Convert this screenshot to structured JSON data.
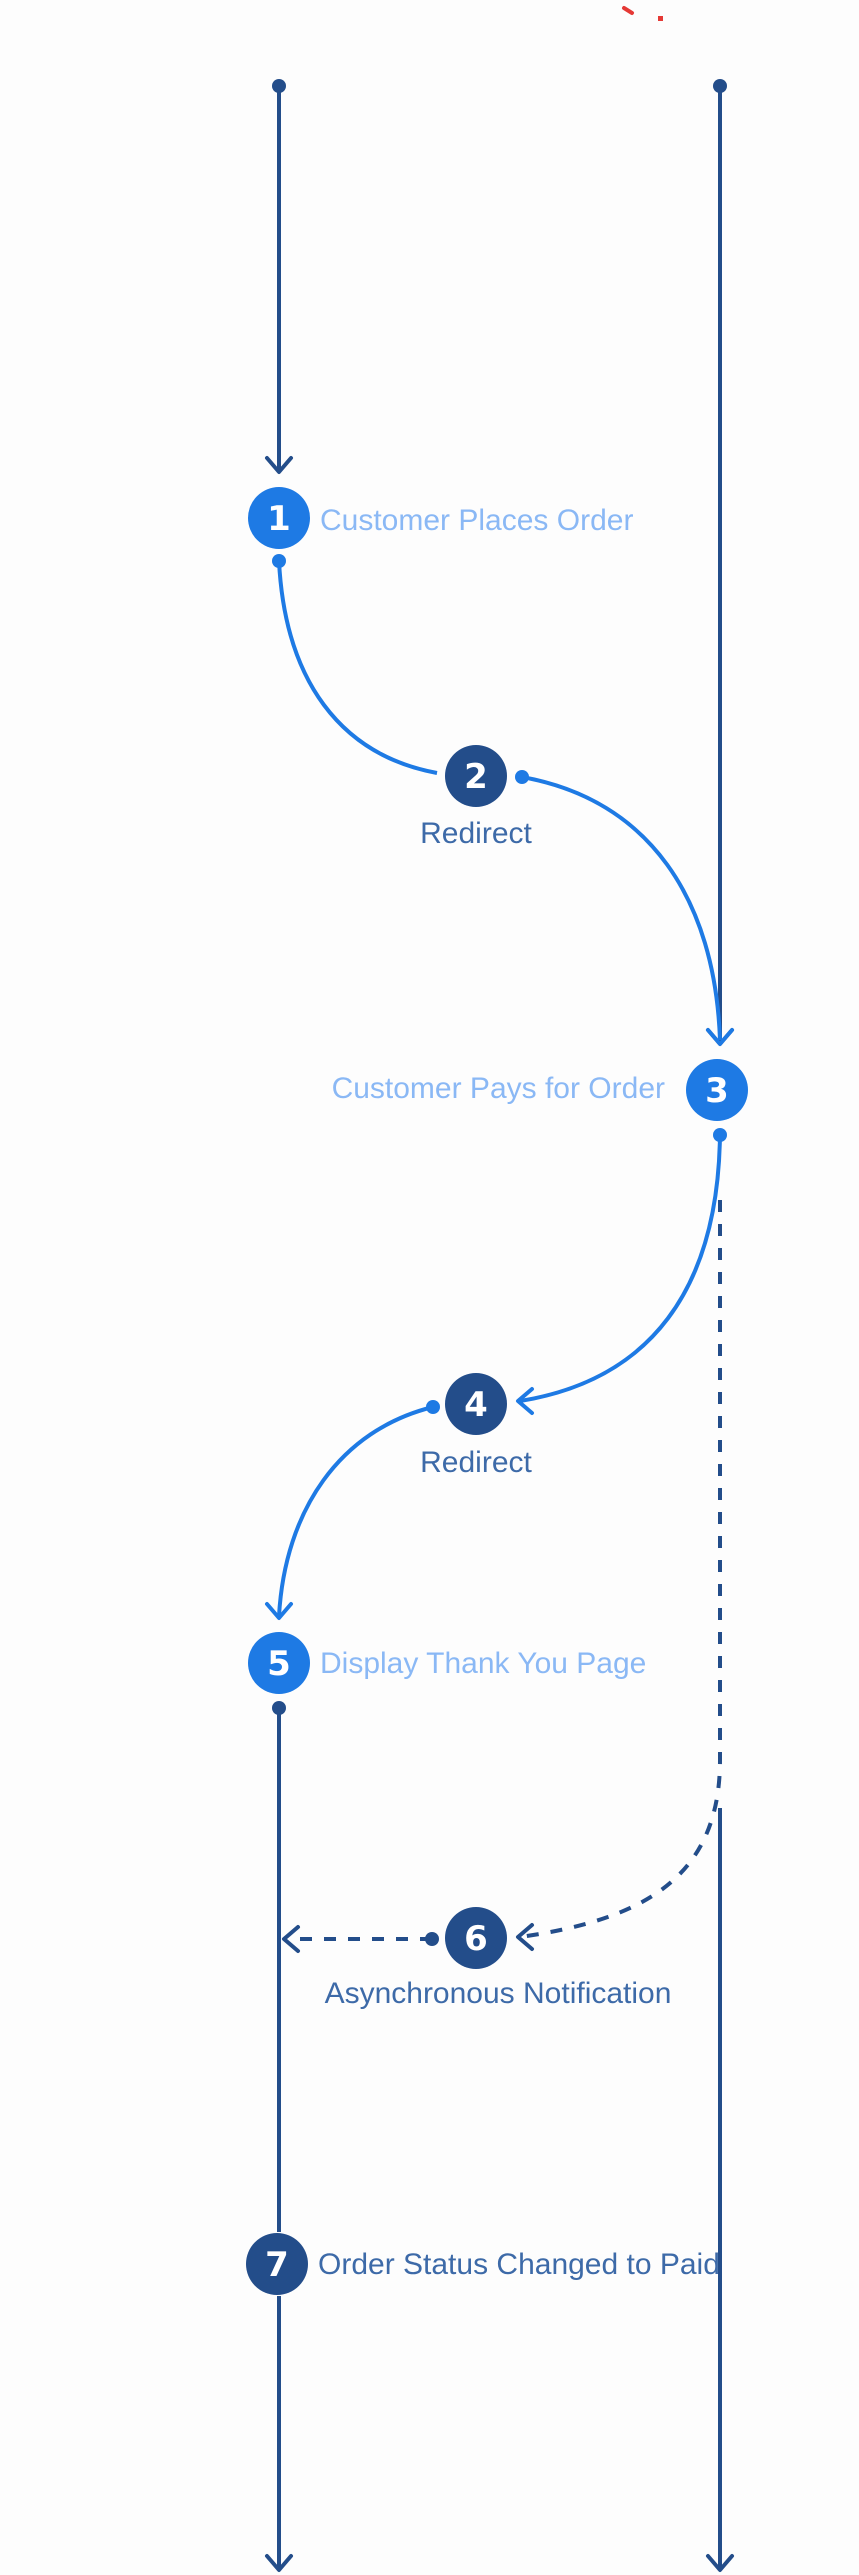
{
  "colors": {
    "dark_blue": "#234d8a",
    "bright_blue": "#1e7ae4",
    "light_label": "#8ab8f5",
    "dark_label": "#3d6aa8",
    "red_mark": "#e53935"
  },
  "steps": [
    {
      "number": "1",
      "label": "Customer Places Order"
    },
    {
      "number": "2",
      "label": "Redirect"
    },
    {
      "number": "3",
      "label": "Customer Pays for Order"
    },
    {
      "number": "4",
      "label": "Redirect"
    },
    {
      "number": "5",
      "label": "Display Thank You Page"
    },
    {
      "number": "6",
      "label": "Asynchronous Notification"
    },
    {
      "number": "7",
      "label": "Order Status Changed to Paid"
    }
  ]
}
